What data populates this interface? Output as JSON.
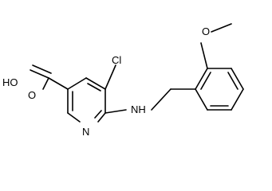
{
  "structure": {
    "atom_labels": {
      "chlorine": "Cl",
      "oxygen_methoxy": "O",
      "amine": "NH",
      "pyridine_nitrogen": "N",
      "carboxyl_hydroxyl": "HO",
      "carboxyl_oxygen": "O"
    },
    "colors": {
      "ink": "#000000",
      "background": "#ffffff"
    }
  }
}
